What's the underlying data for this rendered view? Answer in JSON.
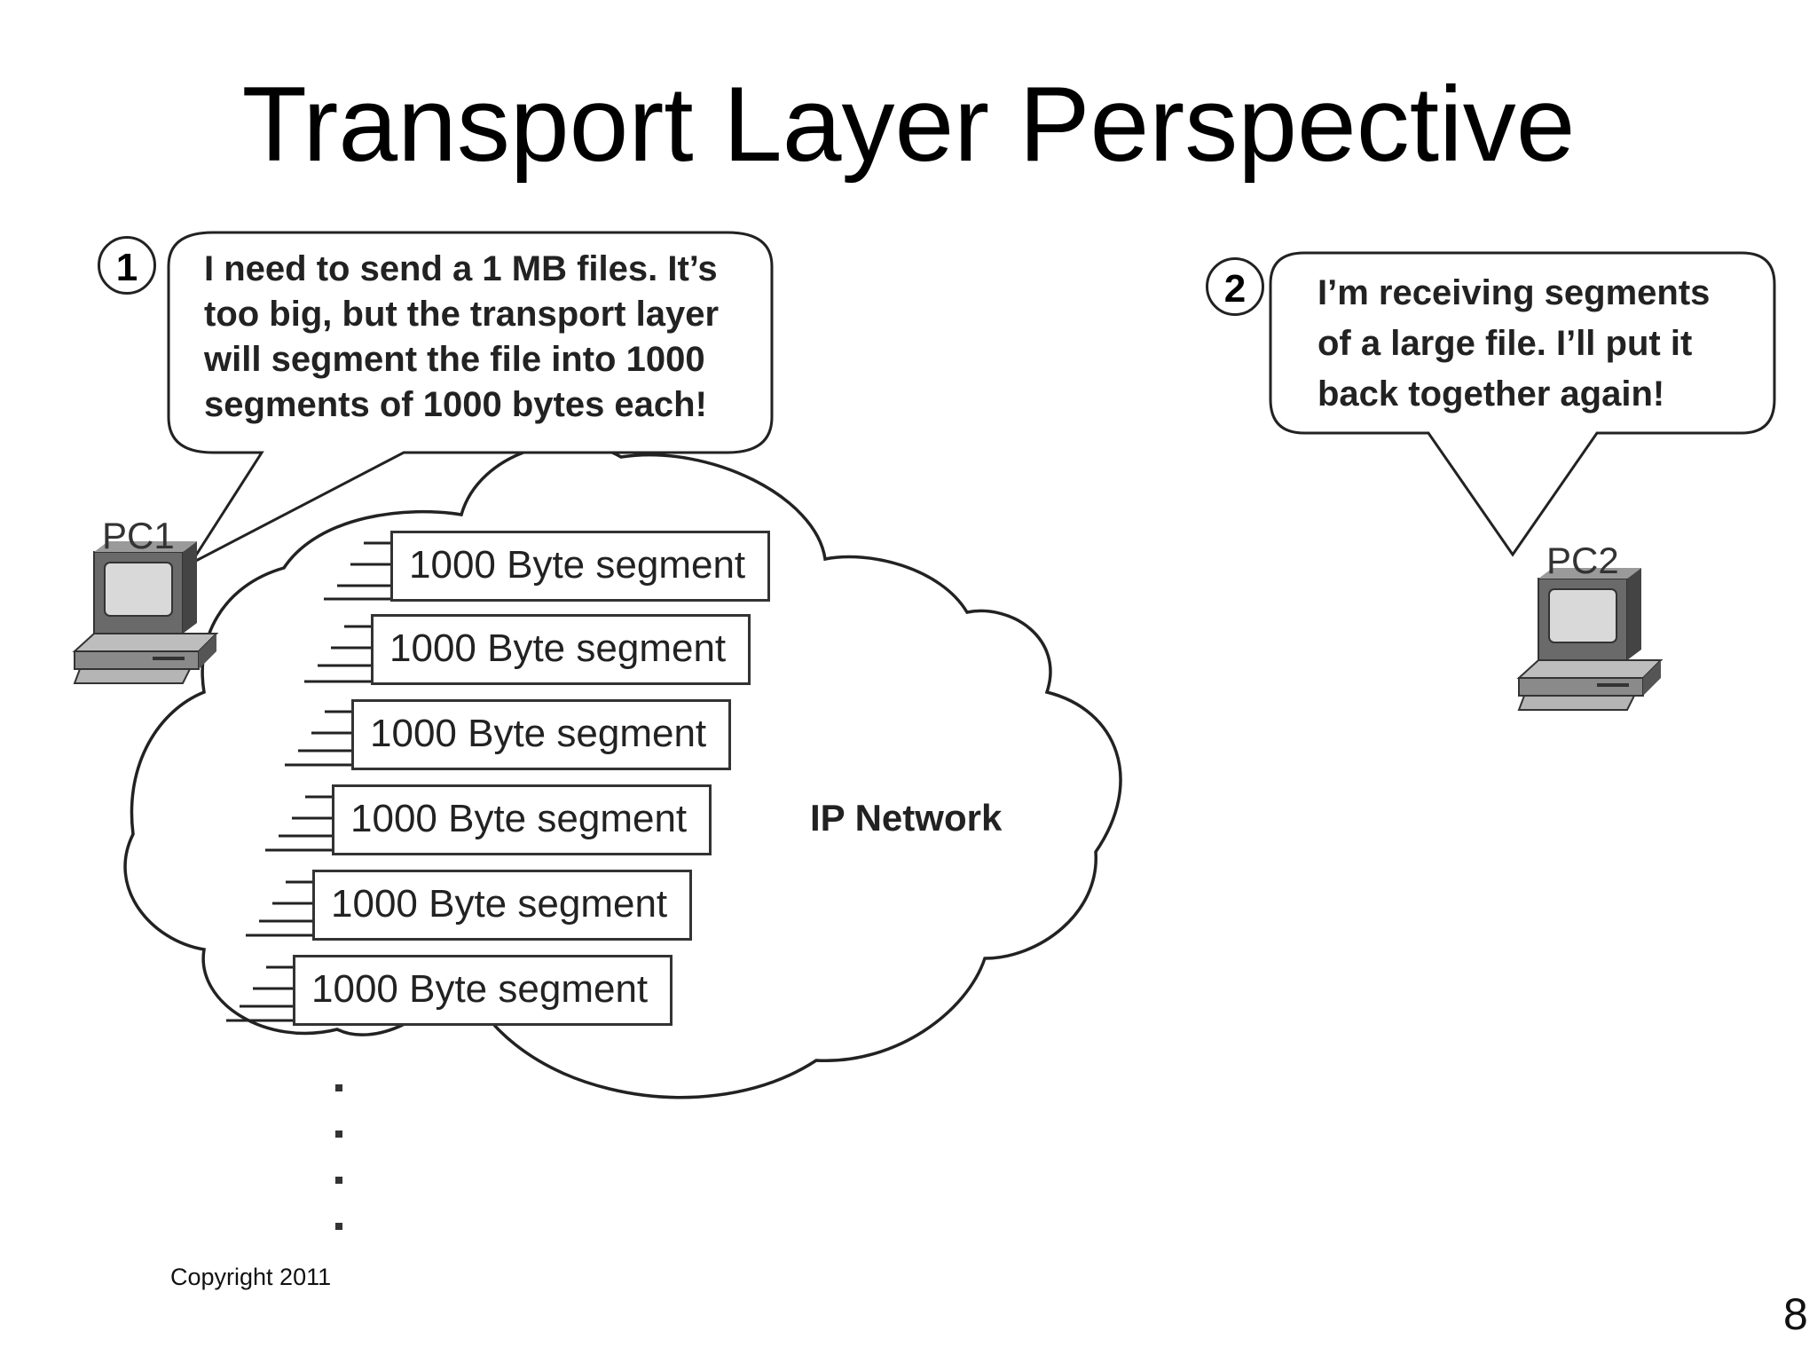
{
  "title": "Transport Layer Perspective",
  "bubble1": {
    "badge": "1",
    "lines": [
      "I need to send a 1 MB files. It’s",
      "too big, but the transport layer",
      "will segment the file into 1000",
      "segments of 1000 bytes each!"
    ]
  },
  "bubble2": {
    "badge": "2",
    "lines": [
      "I’m receiving segments",
      "of a large file. I’ll put it",
      "back together again!"
    ]
  },
  "pc1_label": "PC1",
  "pc2_label": "PC2",
  "network_label": "IP Network",
  "segments": [
    "1000 Byte segment",
    "1000 Byte segment",
    "1000 Byte segment",
    "1000 Byte segment",
    "1000 Byte segment",
    "1000 Byte segment"
  ],
  "footer": {
    "copyright": "Copyright 2011",
    "page_number": "8"
  }
}
